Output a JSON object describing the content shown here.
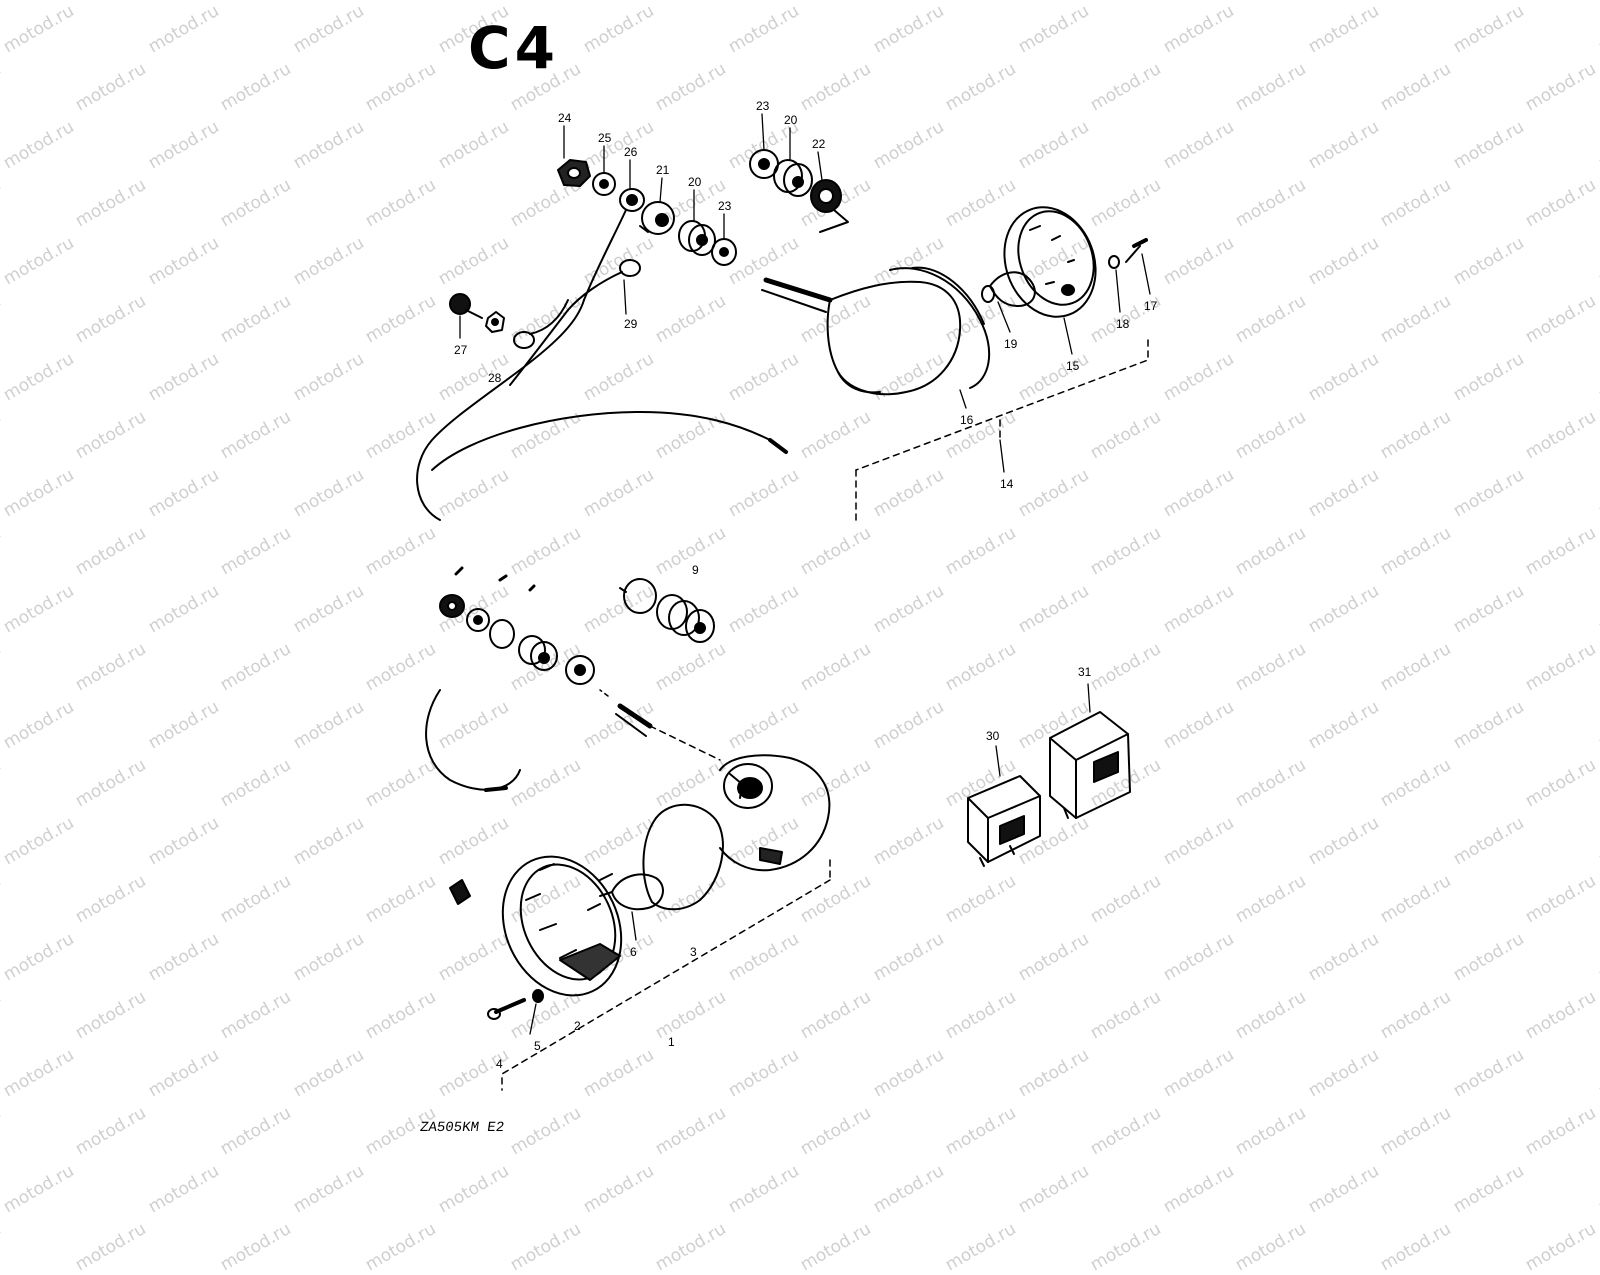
{
  "diagram": {
    "page_title": "C4",
    "footer_code": "ZA505KM E2",
    "watermark_text": "motod.ru",
    "line_color": "#000000",
    "watermark_color": "#cfcfcf",
    "callouts": [
      {
        "id": "c24",
        "label": "24",
        "part": "nut"
      },
      {
        "id": "c25",
        "label": "25",
        "part": "washer"
      },
      {
        "id": "c26",
        "label": "26",
        "part": "terminal"
      },
      {
        "id": "c21",
        "label": "21",
        "part": "grommet"
      },
      {
        "id": "c20a",
        "label": "20",
        "part": "rubber-cushion"
      },
      {
        "id": "c23a",
        "label": "23",
        "part": "washer"
      },
      {
        "id": "c23b",
        "label": "23",
        "part": "washer"
      },
      {
        "id": "c20b",
        "label": "20",
        "part": "rubber-cushion"
      },
      {
        "id": "c22",
        "label": "22",
        "part": "collar"
      },
      {
        "id": "c27",
        "label": "27",
        "part": "bolt"
      },
      {
        "id": "c28",
        "label": "28",
        "part": "lead-wire"
      },
      {
        "id": "c29",
        "label": "29",
        "part": "terminal"
      },
      {
        "id": "c19",
        "label": "19",
        "part": "bulb"
      },
      {
        "id": "c18",
        "label": "18",
        "part": "washer"
      },
      {
        "id": "c17",
        "label": "17",
        "part": "screw"
      },
      {
        "id": "c15",
        "label": "15",
        "part": "lens"
      },
      {
        "id": "c16",
        "label": "16",
        "part": "gasket"
      },
      {
        "id": "c14",
        "label": "14",
        "part": "turn-signal-assembly-rear"
      },
      {
        "id": "c9",
        "label": "9",
        "part": "cushion-set"
      },
      {
        "id": "c31",
        "label": "31",
        "part": "relay"
      },
      {
        "id": "c30",
        "label": "30",
        "part": "relay"
      },
      {
        "id": "c6",
        "label": "6",
        "part": "bulb"
      },
      {
        "id": "c3",
        "label": "3",
        "part": "gasket"
      },
      {
        "id": "c5",
        "label": "5",
        "part": "screw"
      },
      {
        "id": "c2",
        "label": "2",
        "part": "lens"
      },
      {
        "id": "c1",
        "label": "1",
        "part": "turn-signal-assembly-front"
      },
      {
        "id": "c4",
        "label": "4",
        "part": "screw"
      }
    ]
  }
}
